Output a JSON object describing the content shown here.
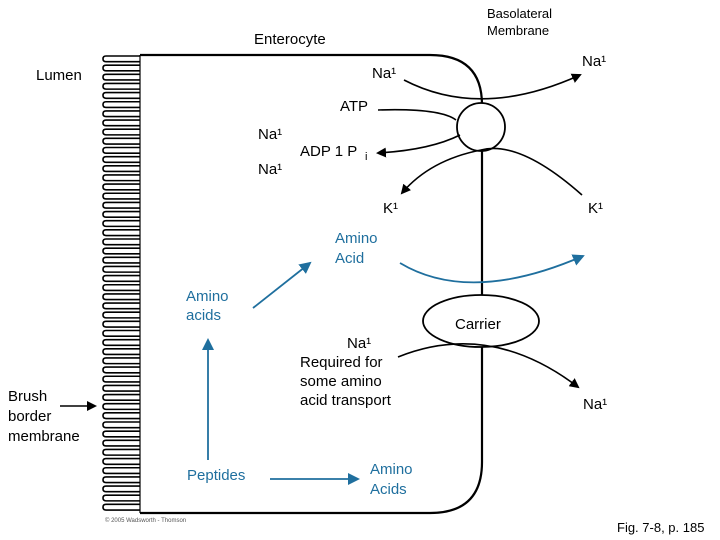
{
  "labels": {
    "enterocyte": "Enterocyte",
    "basolateral_line1": "Basolateral",
    "basolateral_line2": "Membrane",
    "lumen": "Lumen",
    "na_top_inside": "Na¹",
    "na_top_outside": "Na¹",
    "atp": "ATP",
    "na_left1": "Na¹",
    "na_left2": "Na¹",
    "adp": "ADP 1  P",
    "adp_sub": "i",
    "k_inside": "K¹",
    "k_outside": "K¹",
    "amino_acid_1": "Amino",
    "amino_acid_2": "Acid",
    "amino_acids_1": "Amino",
    "amino_acids_2": "acids",
    "carrier": "Carrier",
    "na_carrier": "Na¹",
    "req_1": "Required for",
    "req_2": "some amino",
    "req_3": "acid transport",
    "na_bottom_outside": "Na¹",
    "brush_1": "Brush",
    "brush_2": "border",
    "brush_3": "membrane",
    "peptides": "Peptides",
    "amino_bottom_1": "Amino",
    "amino_bottom_2": "Acids",
    "copyright": "© 2005 Wadsworth - Thomson",
    "fig": "Fig. 7-8, p. 185"
  },
  "colors": {
    "black": "#000000",
    "blue": "#1f6f9e"
  }
}
